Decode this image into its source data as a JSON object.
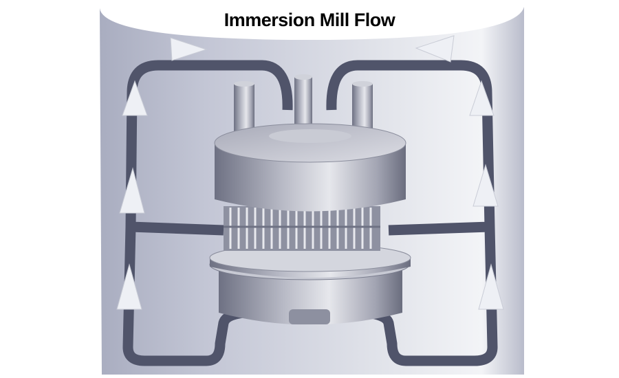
{
  "title": "Immersion Mill Flow",
  "colors": {
    "tank_light": "#eceef2",
    "tank_dark": "#aeb1c3",
    "flow_path": "#50546a",
    "arrow": "#eef0f5",
    "mill_metal": "#9ea1b0"
  },
  "icons": [
    "flow-arrow-right",
    "flow-arrow-left",
    "flow-arrow-up"
  ]
}
